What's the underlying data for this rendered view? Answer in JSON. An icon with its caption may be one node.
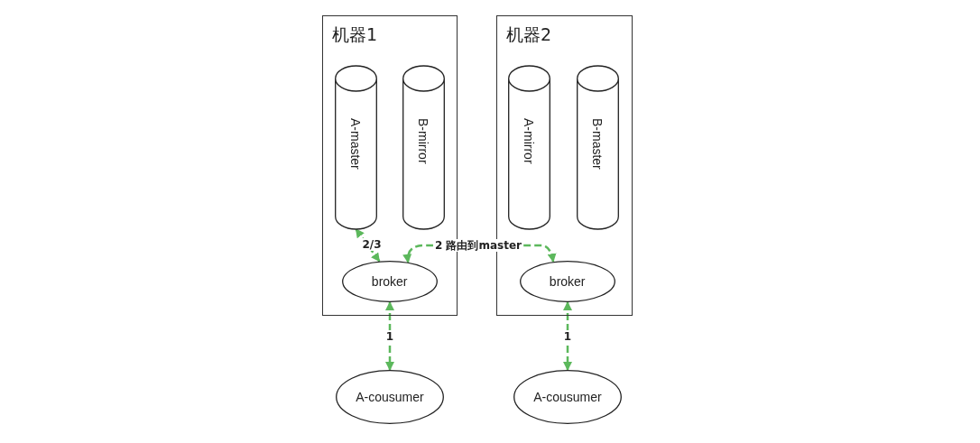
{
  "diagram": {
    "nodes": [
      {
        "text": [
          "机器1"
        ]
      },
      {
        "text": [
          "A-master"
        ],
        "in": 0
      },
      {
        "text": [
          "B-mirror"
        ],
        "in": 0
      },
      {
        "text": [
          "broker"
        ],
        "in": 0
      },
      {
        "text": [
          "机器2"
        ]
      },
      {
        "text": [
          "A-mirror"
        ],
        "in": 4
      },
      {
        "text": [
          "B-master"
        ],
        "in": 4
      },
      {
        "text": [
          "broker"
        ],
        "in": 4
      },
      {
        "text": [
          "A-cousumer"
        ]
      },
      {
        "text": [
          "A-cousumer"
        ]
      }
    ],
    "edges": [
      {
        "from": 3,
        "to": 1,
        "arrow": "both",
        "label": "2/3",
        "style": "dashed"
      },
      {
        "from": 7,
        "to": 3,
        "arrow": "both",
        "label": "2 路由到master",
        "style": "dashed"
      },
      {
        "from": 3,
        "to": 8,
        "arrow": "both",
        "label": "1",
        "style": "dashed"
      },
      {
        "from": 7,
        "to": 9,
        "arrow": "both",
        "label": "1",
        "style": "dashed"
      }
    ]
  }
}
